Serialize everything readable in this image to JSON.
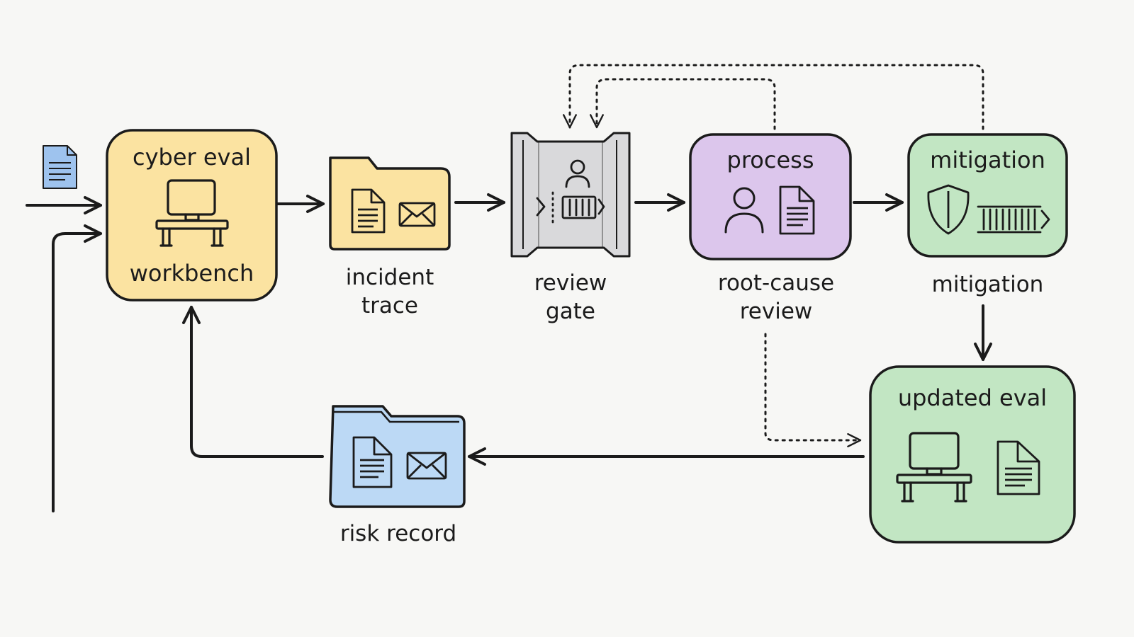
{
  "colors": {
    "yellow": "#fbe3a1",
    "grey": "#d9d9db",
    "purple": "#dcc6ec",
    "green": "#c2e6c3",
    "blue": "#bcd9f5",
    "ink": "#1b1b1b"
  },
  "nodes": {
    "cyber_eval_workbench": {
      "title": "cyber eval",
      "subtitle": "workbench",
      "icon": "workstation-icon"
    },
    "incident_trace": {
      "label": "incident\ntrace",
      "icons": [
        "document-icon",
        "envelope-icon"
      ]
    },
    "review_gate": {
      "label": "review\ngate",
      "icons": [
        "person-icon",
        "gate-icon"
      ]
    },
    "process": {
      "title": "process",
      "label": "root-cause\nreview",
      "icons": [
        "person-icon",
        "document-icon"
      ]
    },
    "mitigation": {
      "title": "mitigation",
      "label": "mitigation",
      "icons": [
        "shield-icon",
        "battery-icon"
      ]
    },
    "updated_eval": {
      "title": "updated eval",
      "icons": [
        "workstation-icon",
        "document-icon"
      ]
    },
    "risk_record": {
      "label": "risk record",
      "icons": [
        "document-icon",
        "envelope-icon"
      ]
    }
  },
  "inputs": {
    "input_document": "document-icon"
  }
}
